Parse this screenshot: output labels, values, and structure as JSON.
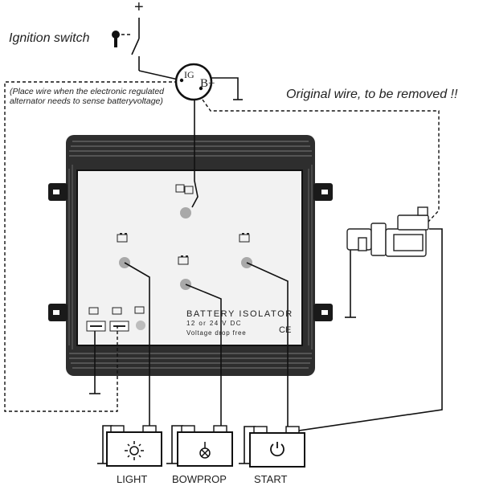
{
  "labels": {
    "plus": "+",
    "ignition_switch": "Ignition switch",
    "sense_note": "(Place wire when the electronic regulated alternator needs to sense batteryvoltage)",
    "original_wire": "Original wire, to be removed !!",
    "alt_ig": "IG",
    "alt_bplus": "B+"
  },
  "isolator": {
    "title": "BATTERY ISOLATOR",
    "voltage": "12 or 24 V DC",
    "drop": "Voltage drop free",
    "ce": "CE"
  },
  "batteries": [
    {
      "label": "LIGHT",
      "icon": "lamp-icon"
    },
    {
      "label": "BOWPROP",
      "icon": "propeller-icon"
    },
    {
      "label": "START",
      "icon": "engine-icon"
    }
  ]
}
